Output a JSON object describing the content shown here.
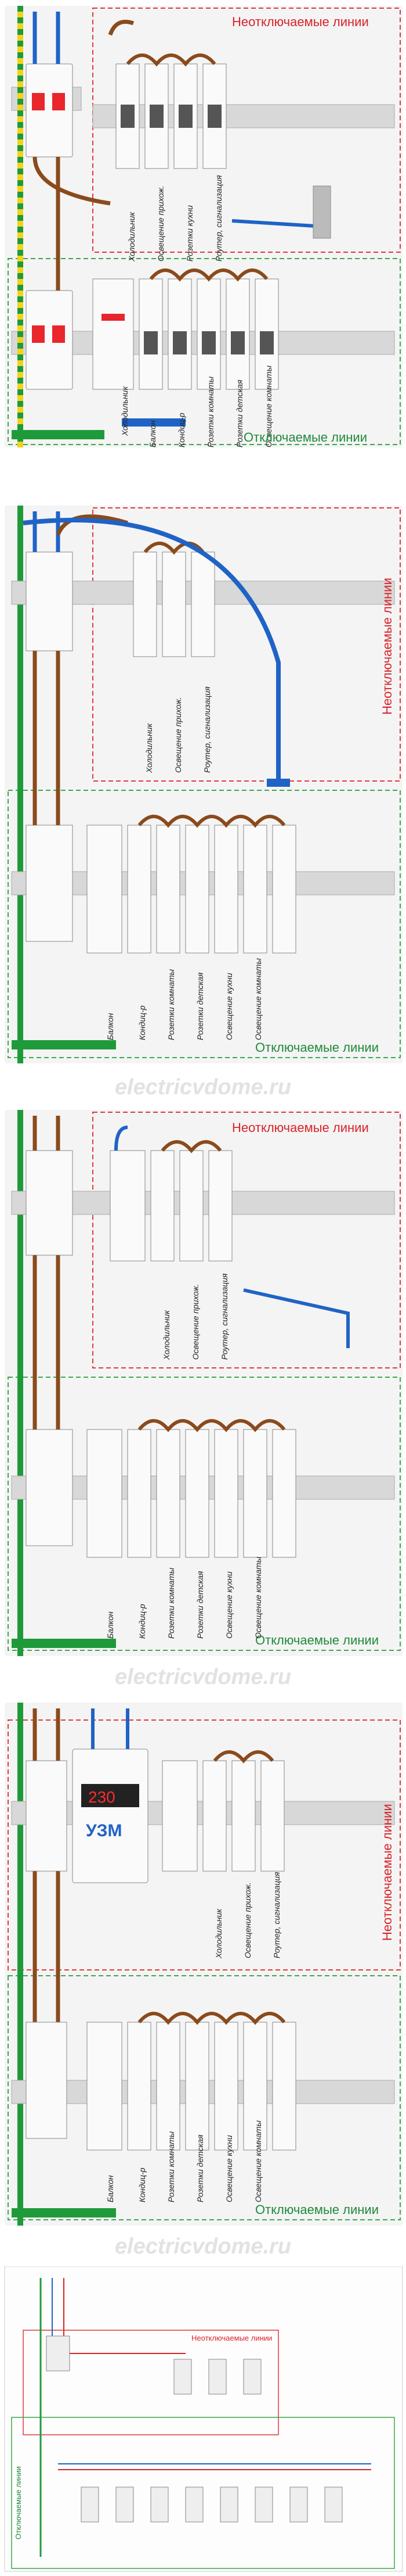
{
  "watermark": "electricvdome.ru",
  "labels": {
    "non_switched": "Неотключаемые линии",
    "switched": "Отключаемые линии",
    "uzm": "УЗМ"
  },
  "panel1": {
    "top_lines": [
      "Холодильник",
      "Освещение прихож.",
      "Розетки кухни",
      "Роутер, сигнализация"
    ],
    "bottom_lines": [
      "Балкон",
      "Кондиц-р",
      "Розетки комнаты",
      "Розетки детская",
      "Освещение комнаты"
    ]
  },
  "panel2": {
    "top_lines": [
      "Холодильник",
      "Освещение прихож.",
      "Роутер, сигнализация"
    ],
    "bottom_lines": [
      "Балкон",
      "Кондиц-р",
      "Розетки комнаты",
      "Розетки детская",
      "Освещение кухни",
      "Освещение комнаты"
    ]
  },
  "panel3": {
    "top_lines": [
      "Холодильник",
      "Освещение прихож.",
      "Роутер, сигнализация"
    ],
    "bottom_lines": [
      "Балкон",
      "Кондиц-р",
      "Розетки комнаты",
      "Розетки детская",
      "Освещение кухни",
      "Освещение комнаты"
    ]
  },
  "panel4": {
    "top_lines": [
      "Холодильник",
      "Освещение прихож.",
      "Роутер, сигнализация"
    ],
    "bottom_lines": [
      "Балкон",
      "Кондиц-р",
      "Розетки комнаты",
      "Розетки детская",
      "Освещение кухни",
      "Освещение комнаты"
    ],
    "relay_display": "230"
  },
  "colors": {
    "phase": "#8b4a1c",
    "neutral": "#1f63c6",
    "ground_stripe": "#f2d21b",
    "ground_green": "#1f9a3a",
    "dashed_red": "#e0383c",
    "dashed_green": "#3aa84a",
    "label_red": "#d8232a",
    "label_green": "#1f8a3a"
  }
}
